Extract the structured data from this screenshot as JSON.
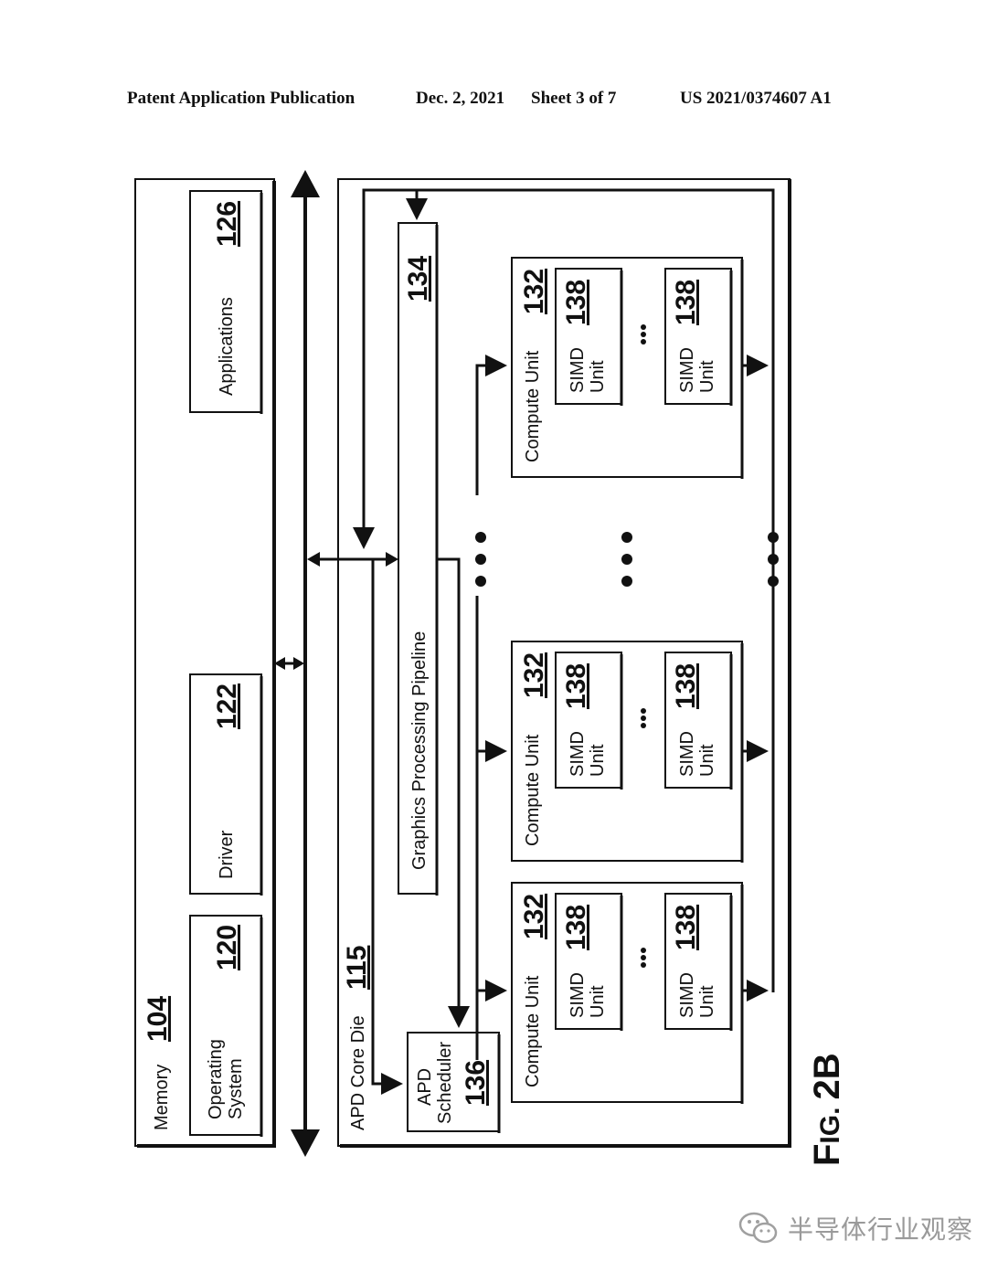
{
  "header": {
    "publication": "Patent Application Publication",
    "date": "Dec. 2, 2021",
    "sheet": "Sheet 3 of 7",
    "number": "US 2021/0374607 A1"
  },
  "memory": {
    "label": "Memory",
    "ref": "104",
    "os": {
      "line1": "Operating",
      "line2": "System",
      "ref": "120"
    },
    "driver": {
      "label": "Driver",
      "ref": "122"
    },
    "applications": {
      "label": "Applications",
      "ref": "126"
    }
  },
  "apd": {
    "label": "APD Core Die",
    "ref": "115",
    "scheduler": {
      "line1": "APD",
      "line2": "Scheduler",
      "ref": "136"
    },
    "pipeline": {
      "label": "Graphics Processing Pipeline",
      "ref": "134"
    },
    "compute_units": [
      {
        "label": "Compute Unit",
        "ref": "132",
        "simd": [
          {
            "line1": "SIMD",
            "line2": "Unit",
            "ref": "138"
          },
          {
            "line1": "SIMD",
            "line2": "Unit",
            "ref": "138"
          }
        ]
      },
      {
        "label": "Compute Unit",
        "ref": "132",
        "simd": [
          {
            "line1": "SIMD",
            "line2": "Unit",
            "ref": "138"
          },
          {
            "line1": "SIMD",
            "line2": "Unit",
            "ref": "138"
          }
        ]
      },
      {
        "label": "Compute Unit",
        "ref": "132",
        "simd": [
          {
            "line1": "SIMD",
            "line2": "Unit",
            "ref": "138"
          },
          {
            "line1": "SIMD",
            "line2": "Unit",
            "ref": "138"
          }
        ]
      }
    ]
  },
  "figure": {
    "prefix": "F",
    "small_caps": "IG.",
    "number": "2B"
  },
  "watermark": {
    "text": "半导体行业观察",
    "icon": "wechat-icon"
  }
}
